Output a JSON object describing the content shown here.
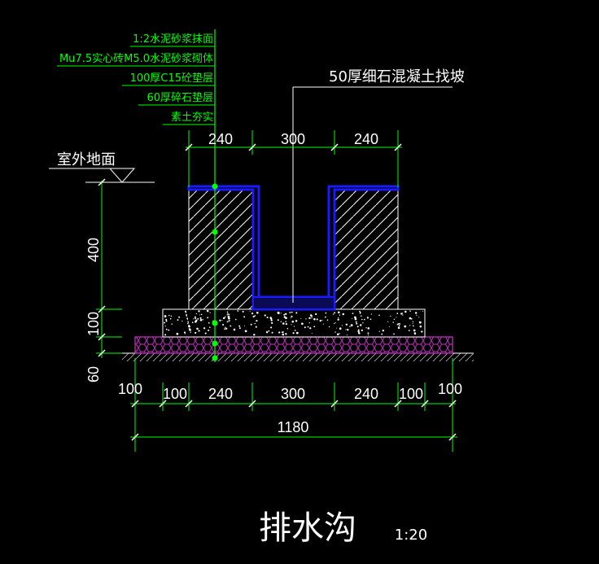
{
  "layer_labels": [
    "1:2水泥砂浆抹面",
    "Mu7.5实心砖M5.0水泥砂浆砌体",
    "100厚C15砼垫层",
    "60厚碎石垫层",
    "素土夯实"
  ],
  "top_note": "50厚细石混凝土找坡",
  "outdoor_ground": "室外地面",
  "top_dims": [
    "240",
    "300",
    "240"
  ],
  "left_dims": [
    "400",
    "100",
    "60"
  ],
  "bottom_dims": [
    "100",
    "100",
    "240",
    "300",
    "240",
    "100",
    "100"
  ],
  "total_width": "1180",
  "title": "排水沟",
  "scale": "1:20",
  "colors": {
    "green": "#00ff00",
    "blue": "#1a1aff",
    "magenta": "#cc33cc",
    "white": "#ffffff"
  }
}
